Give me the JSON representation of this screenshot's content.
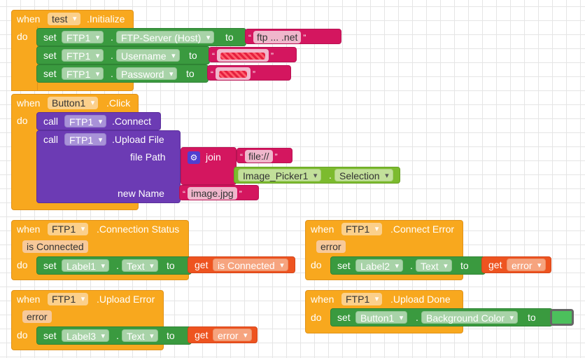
{
  "keywords": {
    "when": "when",
    "do": "do",
    "set": "set",
    "to": "to",
    "call": "call",
    "get": "get",
    "dot": "."
  },
  "test_init": {
    "component": "test",
    "event": ".Initialize",
    "rows": [
      {
        "component": "FTP1",
        "property": "FTP-Server (Host)",
        "value": "ftp ... .net"
      },
      {
        "component": "FTP1",
        "property": "Username",
        "value": ""
      },
      {
        "component": "FTP1",
        "property": "Password",
        "value": ""
      }
    ]
  },
  "button_click": {
    "component": "Button1",
    "event": ".Click",
    "connect": {
      "component": "FTP1",
      "method": ".Connect"
    },
    "upload": {
      "component": "FTP1",
      "method": ".Upload File",
      "file_path_label": "file Path",
      "join_label": "join",
      "join_string": "file://",
      "picker_component": "Image_Picker1",
      "picker_property": "Selection",
      "new_name_label": "new Name",
      "new_name_value": "image.jpg"
    }
  },
  "conn_status": {
    "component": "FTP1",
    "event": ".Connection Status",
    "param": "is Connected",
    "set_component": "Label1",
    "set_property": "Text",
    "get_var": "is Connected"
  },
  "connect_error": {
    "component": "FTP1",
    "event": ".Connect Error",
    "param": "error",
    "set_component": "Label2",
    "set_property": "Text",
    "get_var": "error"
  },
  "upload_error": {
    "component": "FTP1",
    "event": ".Upload Error",
    "param": "error",
    "set_component": "Label3",
    "set_property": "Text",
    "get_var": "error"
  },
  "upload_done": {
    "component": "FTP1",
    "event": ".Upload Done",
    "set_component": "Button1",
    "set_property": "Background Color",
    "color": "#4cc05c"
  }
}
